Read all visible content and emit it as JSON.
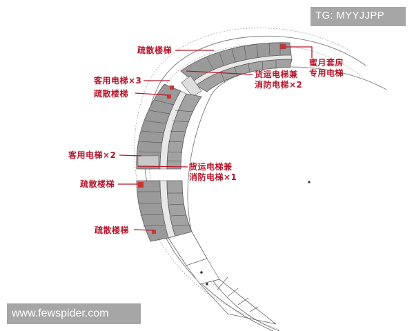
{
  "watermarks": {
    "top_right": "TG: MYYJJPP",
    "bottom_left": "www.fewspider.com"
  },
  "annotations": [
    {
      "id": "stair-top",
      "text": "疏散楼梯"
    },
    {
      "id": "guest-elev-3",
      "text": "客用电梯×3"
    },
    {
      "id": "stair-upper",
      "text": "疏散楼梯"
    },
    {
      "id": "guest-elev-2",
      "text": "客用电梯×2"
    },
    {
      "id": "stair-middle",
      "text": "疏散楼梯"
    },
    {
      "id": "stair-lower",
      "text": "疏散楼梯"
    },
    {
      "id": "freight-fire-elev-2",
      "line1": "货运电梯兼",
      "line2": "消防电梯×2"
    },
    {
      "id": "freight-fire-elev-1",
      "line1": "货运电梯兼",
      "line2": "消防电梯×1"
    },
    {
      "id": "honeymoon-elev",
      "line1": "蜜月套房",
      "line2": "专用电梯"
    }
  ],
  "colors": {
    "annotation": "#b5142a",
    "room_fill": "#9a9a9a",
    "corridor": "#e6e6e6",
    "outline": "#555555",
    "watermark_bg": "#a6a6a6"
  }
}
